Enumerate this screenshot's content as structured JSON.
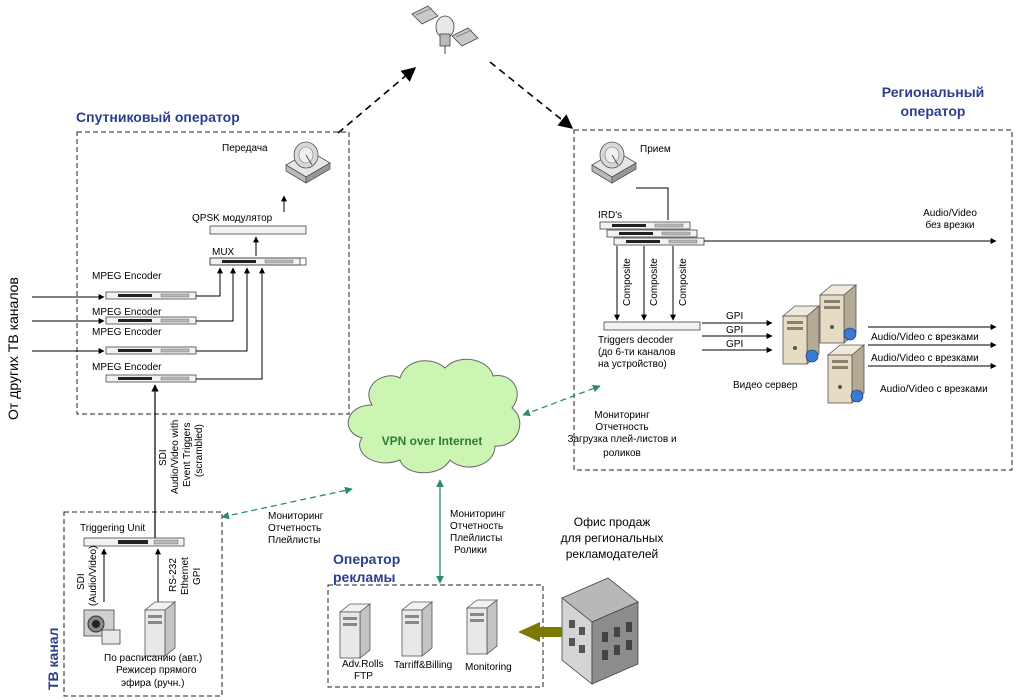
{
  "sections": {
    "sat_operator": "Спутниковый оператор",
    "regional_operator_1": "Региональный",
    "regional_operator_2": "оператор",
    "ad_operator_1": "Оператор",
    "ad_operator_2": "рекламы",
    "tv_channel": "ТВ канал"
  },
  "satellite": {
    "tx_label": "Передача",
    "modulator": "QPSK модулятор",
    "mux": "MUX",
    "encoder": "MPEG Encoder",
    "side_label": "От других ТВ каналов"
  },
  "regional": {
    "rx_label": "Прием",
    "ird": "IRD's",
    "composite": "Composite",
    "av_no_insert_1": "Audio/Video",
    "av_no_insert_2": "без врезки",
    "gpi": "GPI",
    "decoder_1": "Triggers decoder",
    "decoder_2": "(до 6-ти каналов",
    "decoder_3": "на устройство)",
    "video_server": "Видео сервер",
    "av_with_insert": "Audio/Video с врезками",
    "mon_1": "Мониторинг",
    "mon_2": "Отчетность",
    "mon_3": "Загрузка плей-листов и",
    "mon_4": "роликов"
  },
  "cloud": {
    "label": "VPN over Internet"
  },
  "uplink": {
    "l1": "SDI",
    "l2": "Audio/Video with",
    "l3": "Event Triggers",
    "l4": "(scrambled)"
  },
  "tv": {
    "triggering_unit": "Triggering Unit",
    "sdi_1": "SDI",
    "sdi_2": "(Audio/Video)",
    "rs_1": "RS-232",
    "rs_2": "Ethernet",
    "rs_3": "GPI",
    "sched_1": "По расписанию (авт.)",
    "sched_2": "Режисер прямого",
    "sched_3": "эфира (ручн.)",
    "mon_1": "Мониторинг",
    "mon_2": "Отчетность",
    "mon_3": "Плейлисты"
  },
  "ad": {
    "mon_1": "Мониторинг",
    "mon_2": "Отчетность",
    "mon_3": "Плейлисты",
    "mon_4": "Ролики",
    "srv1_1": "Adv.Rolls",
    "srv1_2": "FTP",
    "srv2": "Tarriff&Billing",
    "srv3": "Monitoring",
    "office_1": "Офис продаж",
    "office_2": "для региональных",
    "office_3": "рекламодателей"
  },
  "colors": {
    "title": "#2b3f8c",
    "link": "#2e8b6a",
    "cloud": "#ccf5b3",
    "arrow_office": "#7a7a00"
  }
}
